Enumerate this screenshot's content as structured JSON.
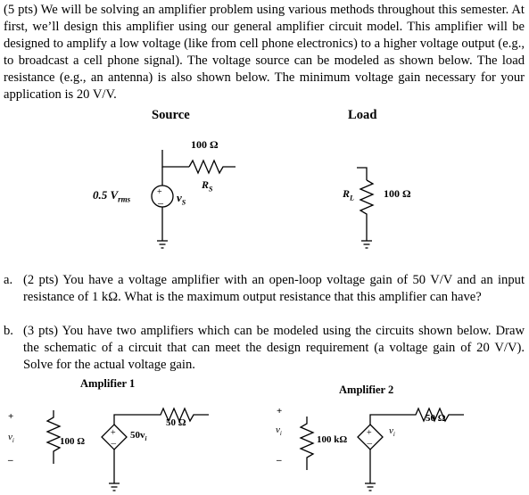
{
  "intro": "(5 pts) We will be solving an amplifier problem using various methods throughout this semester. At first, we’ll design this amplifier using our general amplifier circuit model. This amplifier will be designed to amplify a low voltage (like from cell phone electronics) to a higher voltage output (e.g., to broadcast a cell phone signal). The voltage source can be modeled as shown below. The load resistance (e.g., an antenna) is also shown below. The minimum voltage gain necessary for your application is 20 V/V.",
  "circuit": {
    "source_heading": "Source",
    "load_heading": "Load",
    "rs_value": "100 Ω",
    "rs_label": "R",
    "rs_sub": "S",
    "vs_amplitude": "0.5 V",
    "vs_amplitude_sub": "rms",
    "vs_label": "v",
    "vs_sub": "S",
    "rl_label": "R",
    "rl_sub": "L",
    "rl_value": "100 Ω"
  },
  "questions": {
    "a": {
      "label": "a.",
      "text": "(2 pts) You have a voltage amplifier with an open-loop voltage gain of 50 V/V and an input resistance of 1 kΩ. What is the maximum output resistance that this amplifier can have?"
    },
    "b": {
      "label": "b.",
      "text": "(3 pts) You have two amplifiers which can be modeled using the circuits shown below. Draw the schematic of a circuit that can meet the design requirement (a voltage gain of 20 V/V). Solve for the actual voltage gain."
    }
  },
  "amplifier1": {
    "title": "Amplifier 1",
    "plus": "+",
    "minus": "–",
    "vi": "v",
    "vi_sub": "i",
    "rin": "100 Ω",
    "gain": "50v",
    "gain_sub": "i",
    "rout": "50 Ω"
  },
  "amplifier2": {
    "title": "Amplifier 2",
    "plus": "+",
    "minus": "–",
    "vi": "v",
    "vi_sub": "i",
    "rin": "100 kΩ",
    "gain": "v",
    "gain_sub": "i",
    "rout": "50 Ω"
  }
}
